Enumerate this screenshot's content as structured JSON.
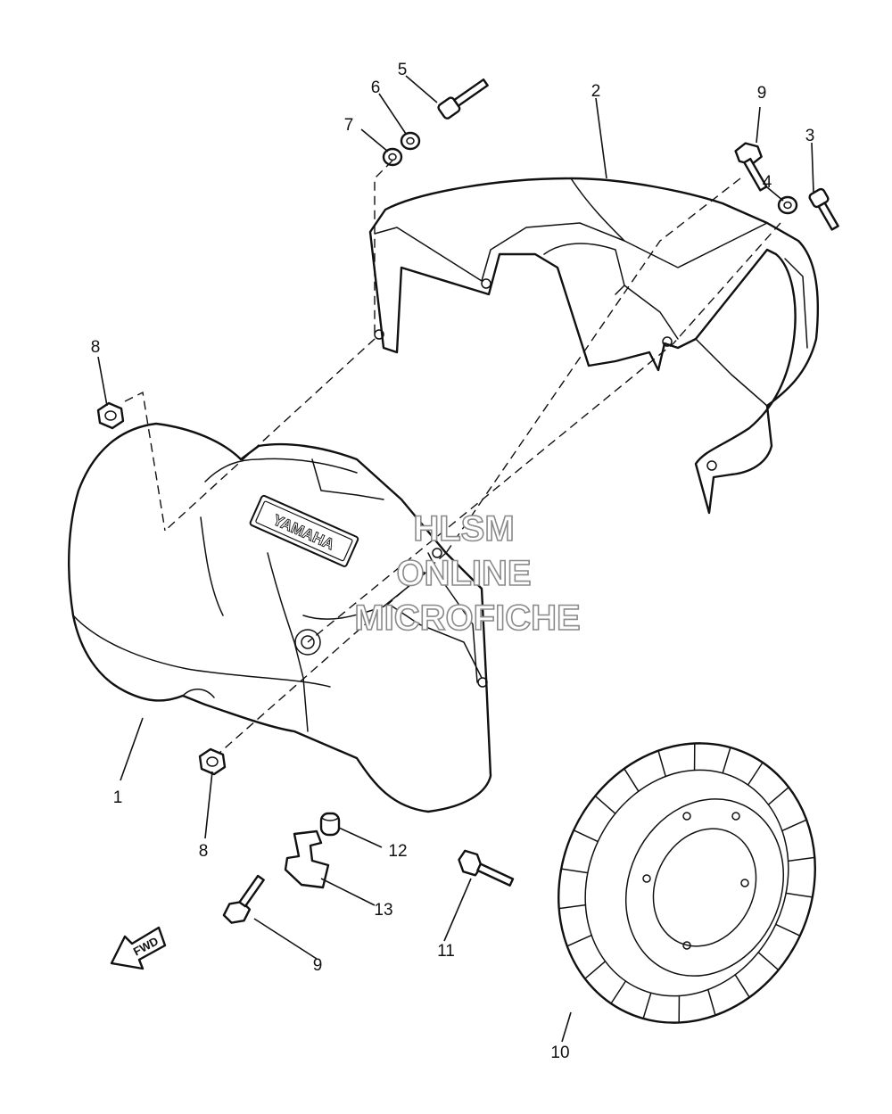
{
  "callouts": [
    "1",
    "2",
    "3",
    "4",
    "5",
    "6",
    "7",
    "8",
    "8",
    "9",
    "9",
    "10",
    "11",
    "12",
    "13"
  ],
  "watermark": {
    "line1": "HLSM",
    "line2": "ONLINE",
    "line3": "MICROFICHE"
  },
  "cover_brand": "YAMAHA",
  "direction_label": "FWD"
}
